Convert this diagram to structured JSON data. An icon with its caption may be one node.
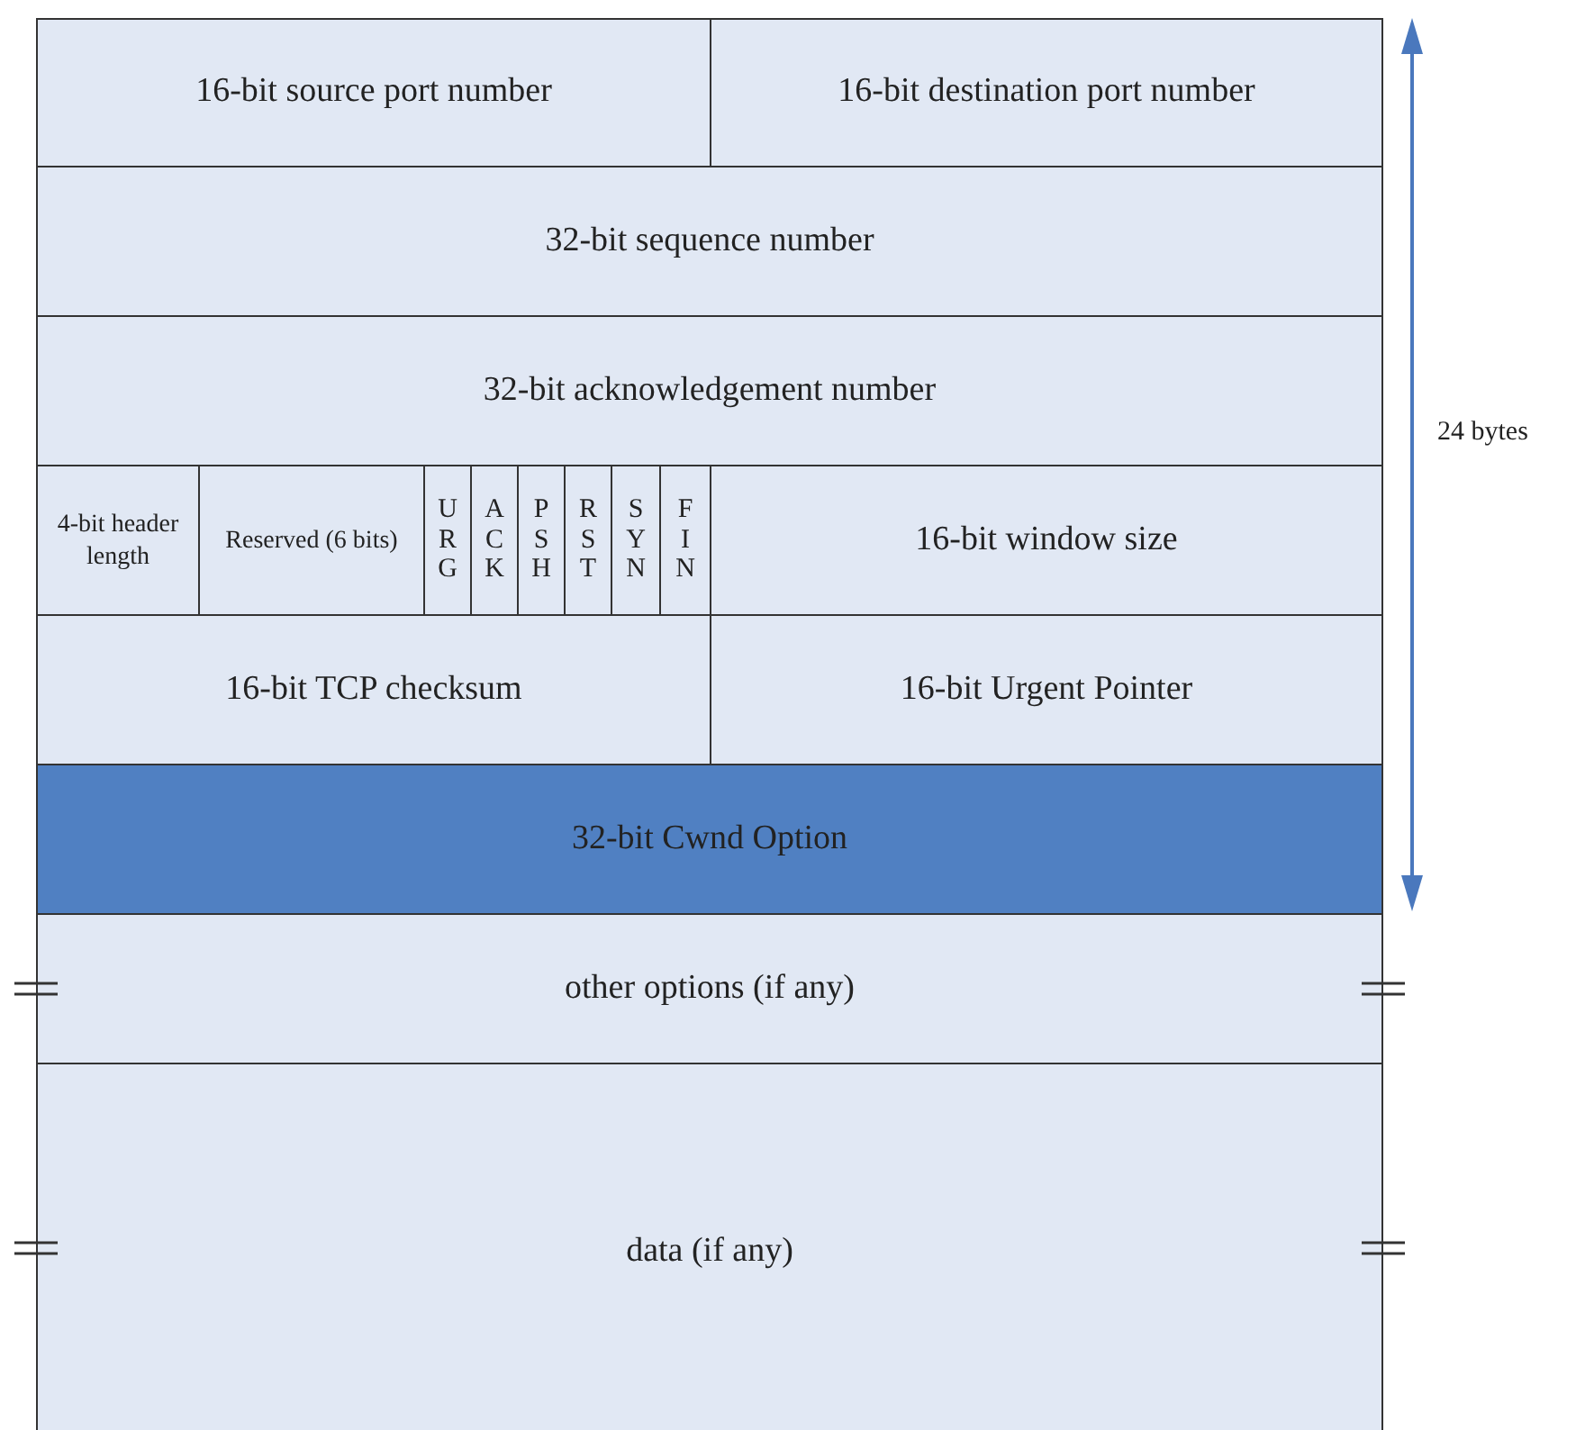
{
  "diagram": {
    "nodes": [
      {
        "text": [
          "16-bit source port number"
        ]
      },
      {
        "text": [
          "16-bit destination port number"
        ]
      },
      {
        "text": [
          "32-bit sequence number"
        ]
      },
      {
        "text": [
          "32-bit acknowledgement number"
        ]
      },
      {
        "text": [
          "4-bit header length"
        ]
      },
      {
        "text": [
          "Reserved (6 bits)"
        ]
      },
      {
        "text": [
          "U R G"
        ]
      },
      {
        "text": [
          "A C K"
        ]
      },
      {
        "text": [
          "P S H"
        ]
      },
      {
        "text": [
          "R S T"
        ]
      },
      {
        "text": [
          "S Y N"
        ]
      },
      {
        "text": [
          "F I N"
        ]
      },
      {
        "text": [
          "16-bit window size"
        ]
      },
      {
        "text": [
          "16-bit TCP checksum"
        ]
      },
      {
        "text": [
          "16-bit Urgent Pointer"
        ]
      },
      {
        "text": [
          "32-bit Cwnd Option"
        ]
      },
      {
        "text": [
          "other options (if any)"
        ]
      },
      {
        "text": [
          "data (if any)"
        ]
      }
    ],
    "labels": [
      "24 bytes"
    ]
  }
}
